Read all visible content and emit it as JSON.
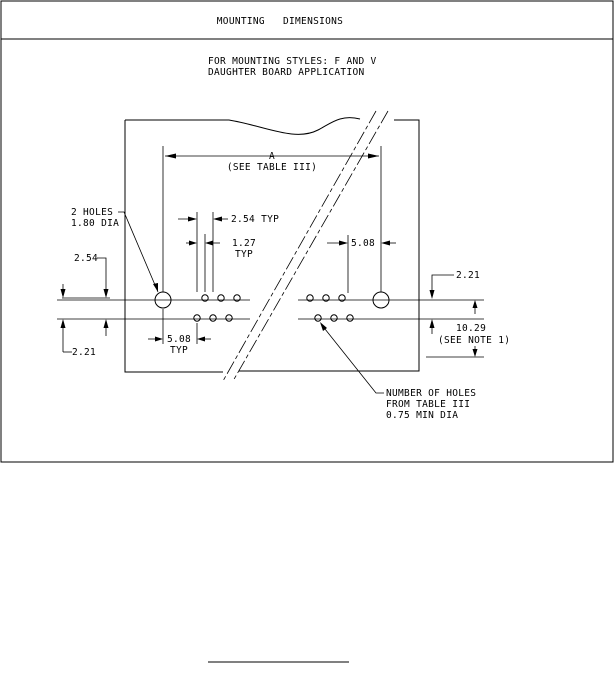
{
  "header": {
    "title": "MOUNTING   DIMENSIONS"
  },
  "subtitle": {
    "line1": "FOR MOUNTING STYLES: F AND V",
    "line2": "DAUGHTER BOARD APPLICATION"
  },
  "labels": {
    "dim_a": "A",
    "see_table": "(SEE TABLE III)",
    "two_holes_line1": "2 HOLES",
    "two_holes_line2": "1.80 DIA",
    "dim_254_typ": "2.54 TYP",
    "dim_127": "1.27",
    "typ": "TYP",
    "dim_254": "2.54",
    "dim_508_typ": "5.08",
    "typ2": "TYP",
    "dim_221_left": "2.21",
    "dim_508_right": "5.08",
    "dim_221_right": "2.21",
    "dim_1029": "10.29",
    "see_note": "(SEE NOTE 1)",
    "num_holes_line1": "NUMBER OF HOLES",
    "num_holes_line2": "FROM TABLE III",
    "num_holes_line3": "0.75 MIN DIA"
  }
}
